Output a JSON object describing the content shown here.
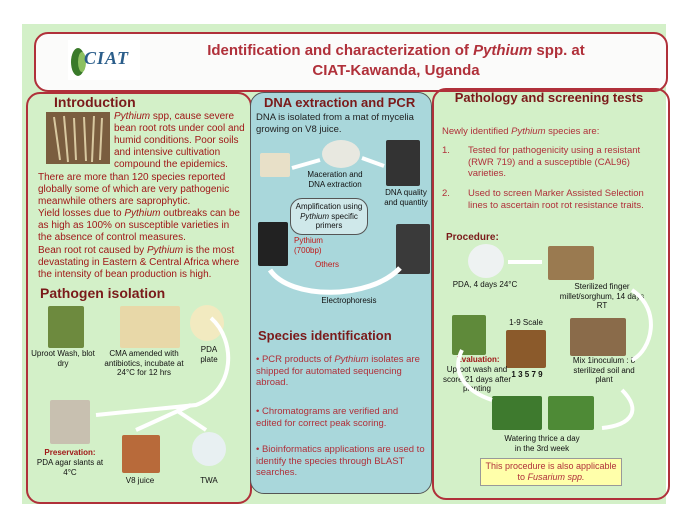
{
  "title": {
    "line1_pre": "Identification and characterization of ",
    "line1_italic": "Pythium",
    "line1_post": " spp. at",
    "line2": "CIAT-Kawanda, Uganda",
    "logo": "CIAT"
  },
  "introduction": {
    "heading": "Introduction",
    "p1_italic": "Pythium",
    "p1_rest": " spp, cause severe bean root rots under cool and humid conditions. Poor soils and intensive cultivation compound the epidemics.",
    "p2": "There are more than 120 species reported globally some of which are very pathogenic meanwhile others are saprophytic.",
    "p3_pre": "Yield losses due to ",
    "p3_italic": "Pythium",
    "p3_post": " outbreaks can be as high as 100% on susceptible varieties in the absence of control measures.",
    "p4_pre": "Bean root rot caused by ",
    "p4_italic": "Pythium",
    "p4_post": " is the most devastating in Eastern & Central Africa where the intensity of bean production is high."
  },
  "isolation": {
    "heading": "Pathogen isolation",
    "uproot": "Uproot Wash, blot dry",
    "cma": "CMA amended with antibiotics, incubate at 24°C for 12 hrs",
    "pda": "PDA plate",
    "preservation_label": "Preservation:",
    "preservation_text": "PDA agar slants at 4°C",
    "v8": "V8 juice",
    "twa": "TWA"
  },
  "dna": {
    "heading": "DNA extraction and PCR",
    "intro": "DNA is isolated from a mat of mycelia growing on V8 juice.",
    "maceration": "Maceration and DNA extraction",
    "quality": "DNA quality and quantity",
    "amp_pre": "Amplification using ",
    "amp_italic": "Pythium",
    "amp_post": " specific primers",
    "pythium": "Pythium (700bp)",
    "others": "Others",
    "electrophoresis": "Electrophoresis"
  },
  "species": {
    "heading": "Species identification",
    "b1_pre": "• PCR products of ",
    "b1_italic": "Pythium",
    "b1_post": " isolates are shipped for automated sequencing abroad.",
    "b2": "• Chromatograms are verified and edited for correct peak scoring.",
    "b3": "• Bioinformatics applications are used to identify the species through BLAST searches."
  },
  "pathology": {
    "heading": "Pathology and screening tests",
    "newly_pre": "Newly identified ",
    "newly_italic": "Pythium",
    "newly_post": " species are:",
    "item1": "Tested for pathogenicity using a resistant (RWR 719) and a susceptible (CAL96) varieties.",
    "item2": "Used to screen Marker Assisted Selection lines to ascertain root rot resistance traits.",
    "num1": "1.",
    "num2": "2.",
    "procedure": "Procedure:",
    "pda": "PDA, 4 days 24°C",
    "sterilized": "Sterilized finger millet/sorghum, 14 days RT",
    "scale": "1-9 Scale",
    "scale_nums": "1  3  5  7  9",
    "evaluation_label": "Evaluation:",
    "evaluation_text": "Uproot wash and score 21 days after planting",
    "mix": "Mix 1inoculum : 8 sterilized soil and plant",
    "watering": "Watering thrice a day in the 3rd week",
    "note_pre": "This procedure is also applicable to ",
    "note_italic": "Fusarium spp."
  },
  "colors": {
    "background": "#d3f0c8",
    "accent": "#b0303a",
    "dna_panel": "#a9d7db",
    "heading": "#7a1a1a",
    "note": "#ffffaa"
  }
}
